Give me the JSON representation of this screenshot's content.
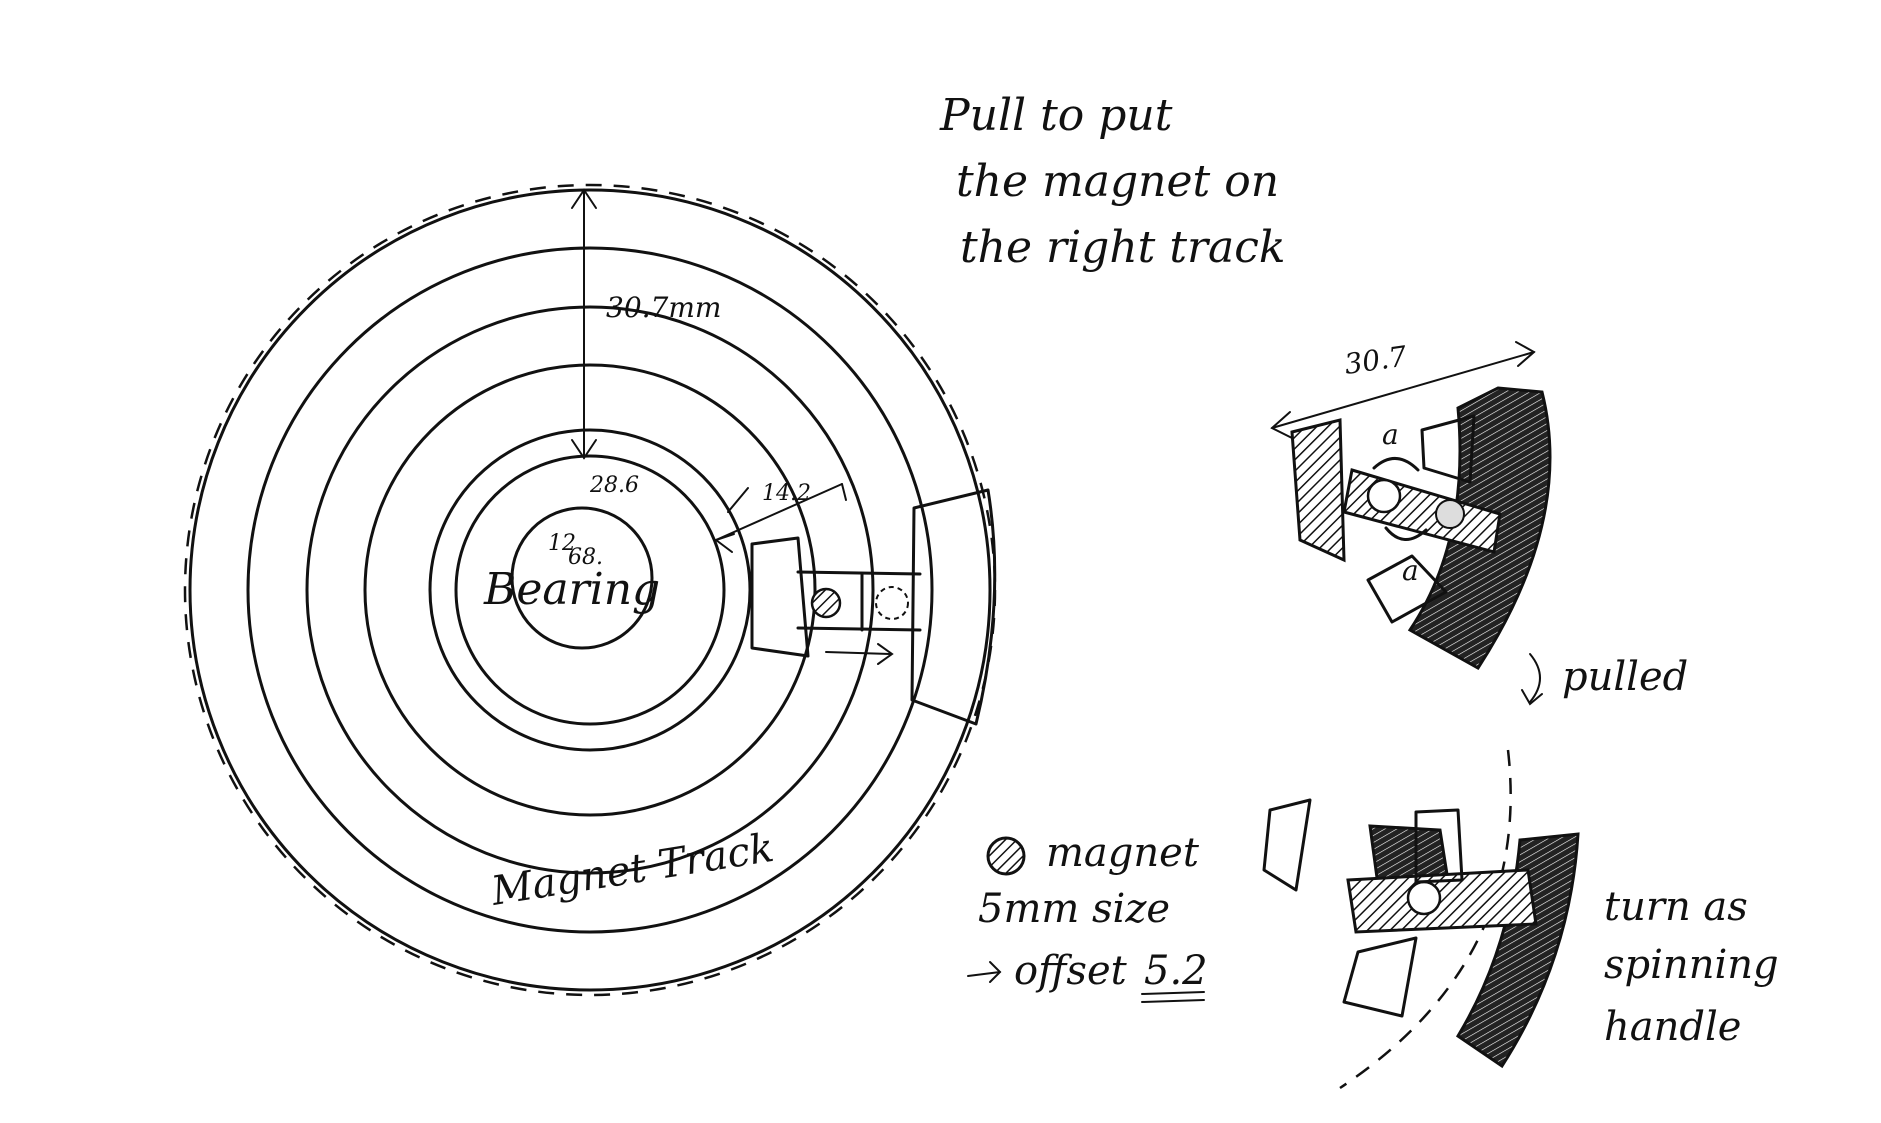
{
  "annotations": {
    "pull_instruction": [
      "Pull to put",
      "the magnet on",
      "the right track"
    ],
    "dim_outer": "30.7mm",
    "dim_inner": "28.6",
    "dim_slot": "14.2",
    "dim_bearing_top": "12",
    "dim_bearing_bottom": "68.",
    "bearing": "Bearing",
    "magnet_track": "Magnet Track",
    "detail_width": "30.7",
    "detail_a_top": "a",
    "detail_a_bottom": "a",
    "pulled": "pulled",
    "legend_magnet": "magnet",
    "legend_size": "5mm size",
    "legend_offset_prefix": "offset",
    "legend_offset_value": "5.2",
    "turn_text": [
      "turn as",
      "spinning",
      "handle"
    ]
  }
}
